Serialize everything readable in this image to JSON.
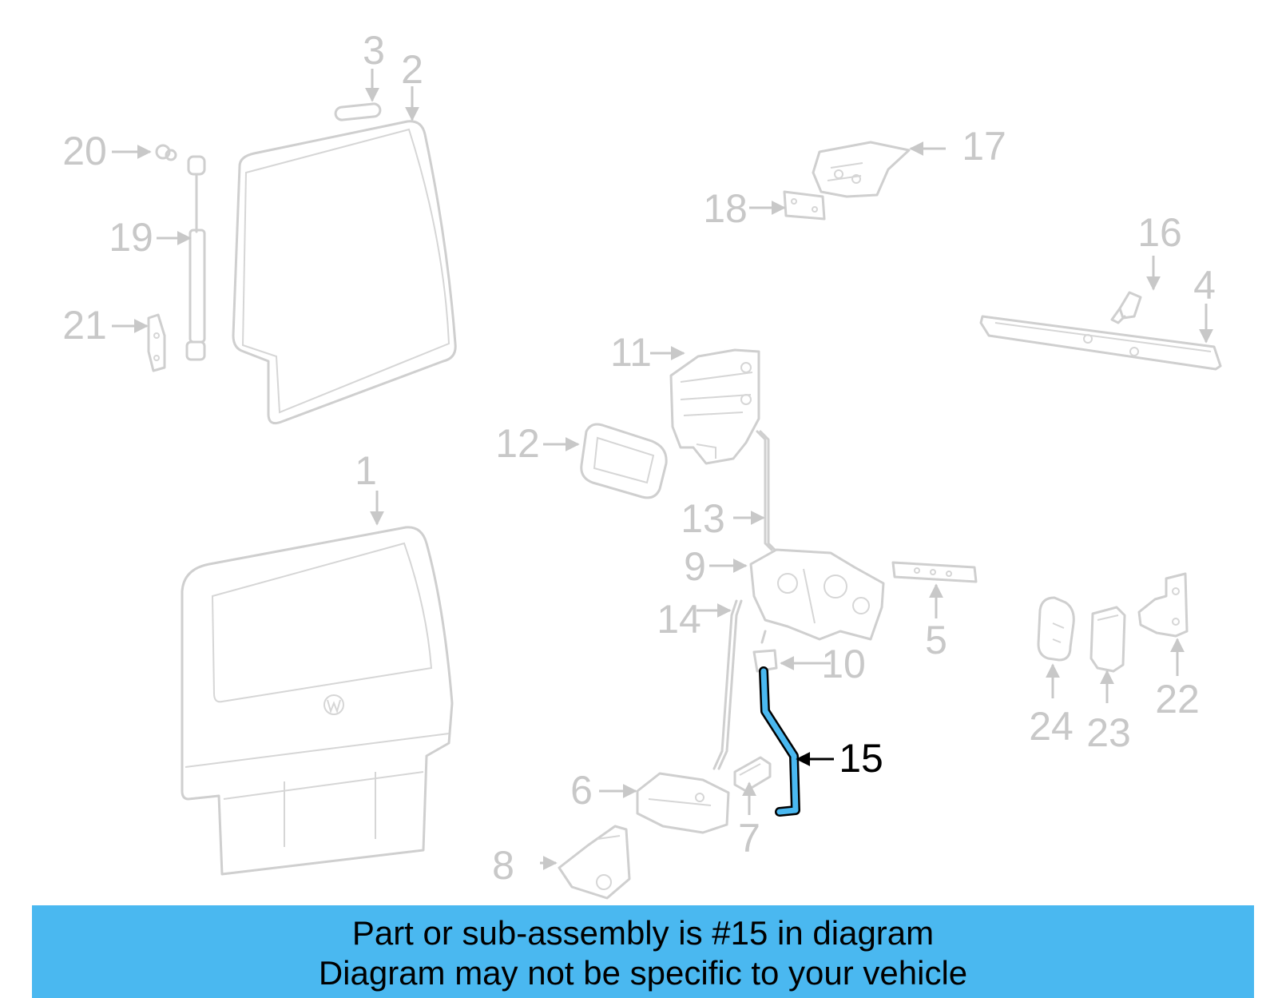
{
  "diagram": {
    "highlighted_part": "15",
    "highlight_color": "#4ab8f0",
    "callouts": [
      "1",
      "2",
      "3",
      "4",
      "5",
      "6",
      "7",
      "8",
      "9",
      "10",
      "11",
      "12",
      "13",
      "14",
      "15",
      "16",
      "17",
      "18",
      "19",
      "20",
      "21",
      "22",
      "23",
      "24"
    ]
  },
  "banner": {
    "line1": "Part or sub-assembly is #15 in diagram",
    "line2": "Diagram may not be specific to your vehicle",
    "background": "#4ab8f0"
  }
}
